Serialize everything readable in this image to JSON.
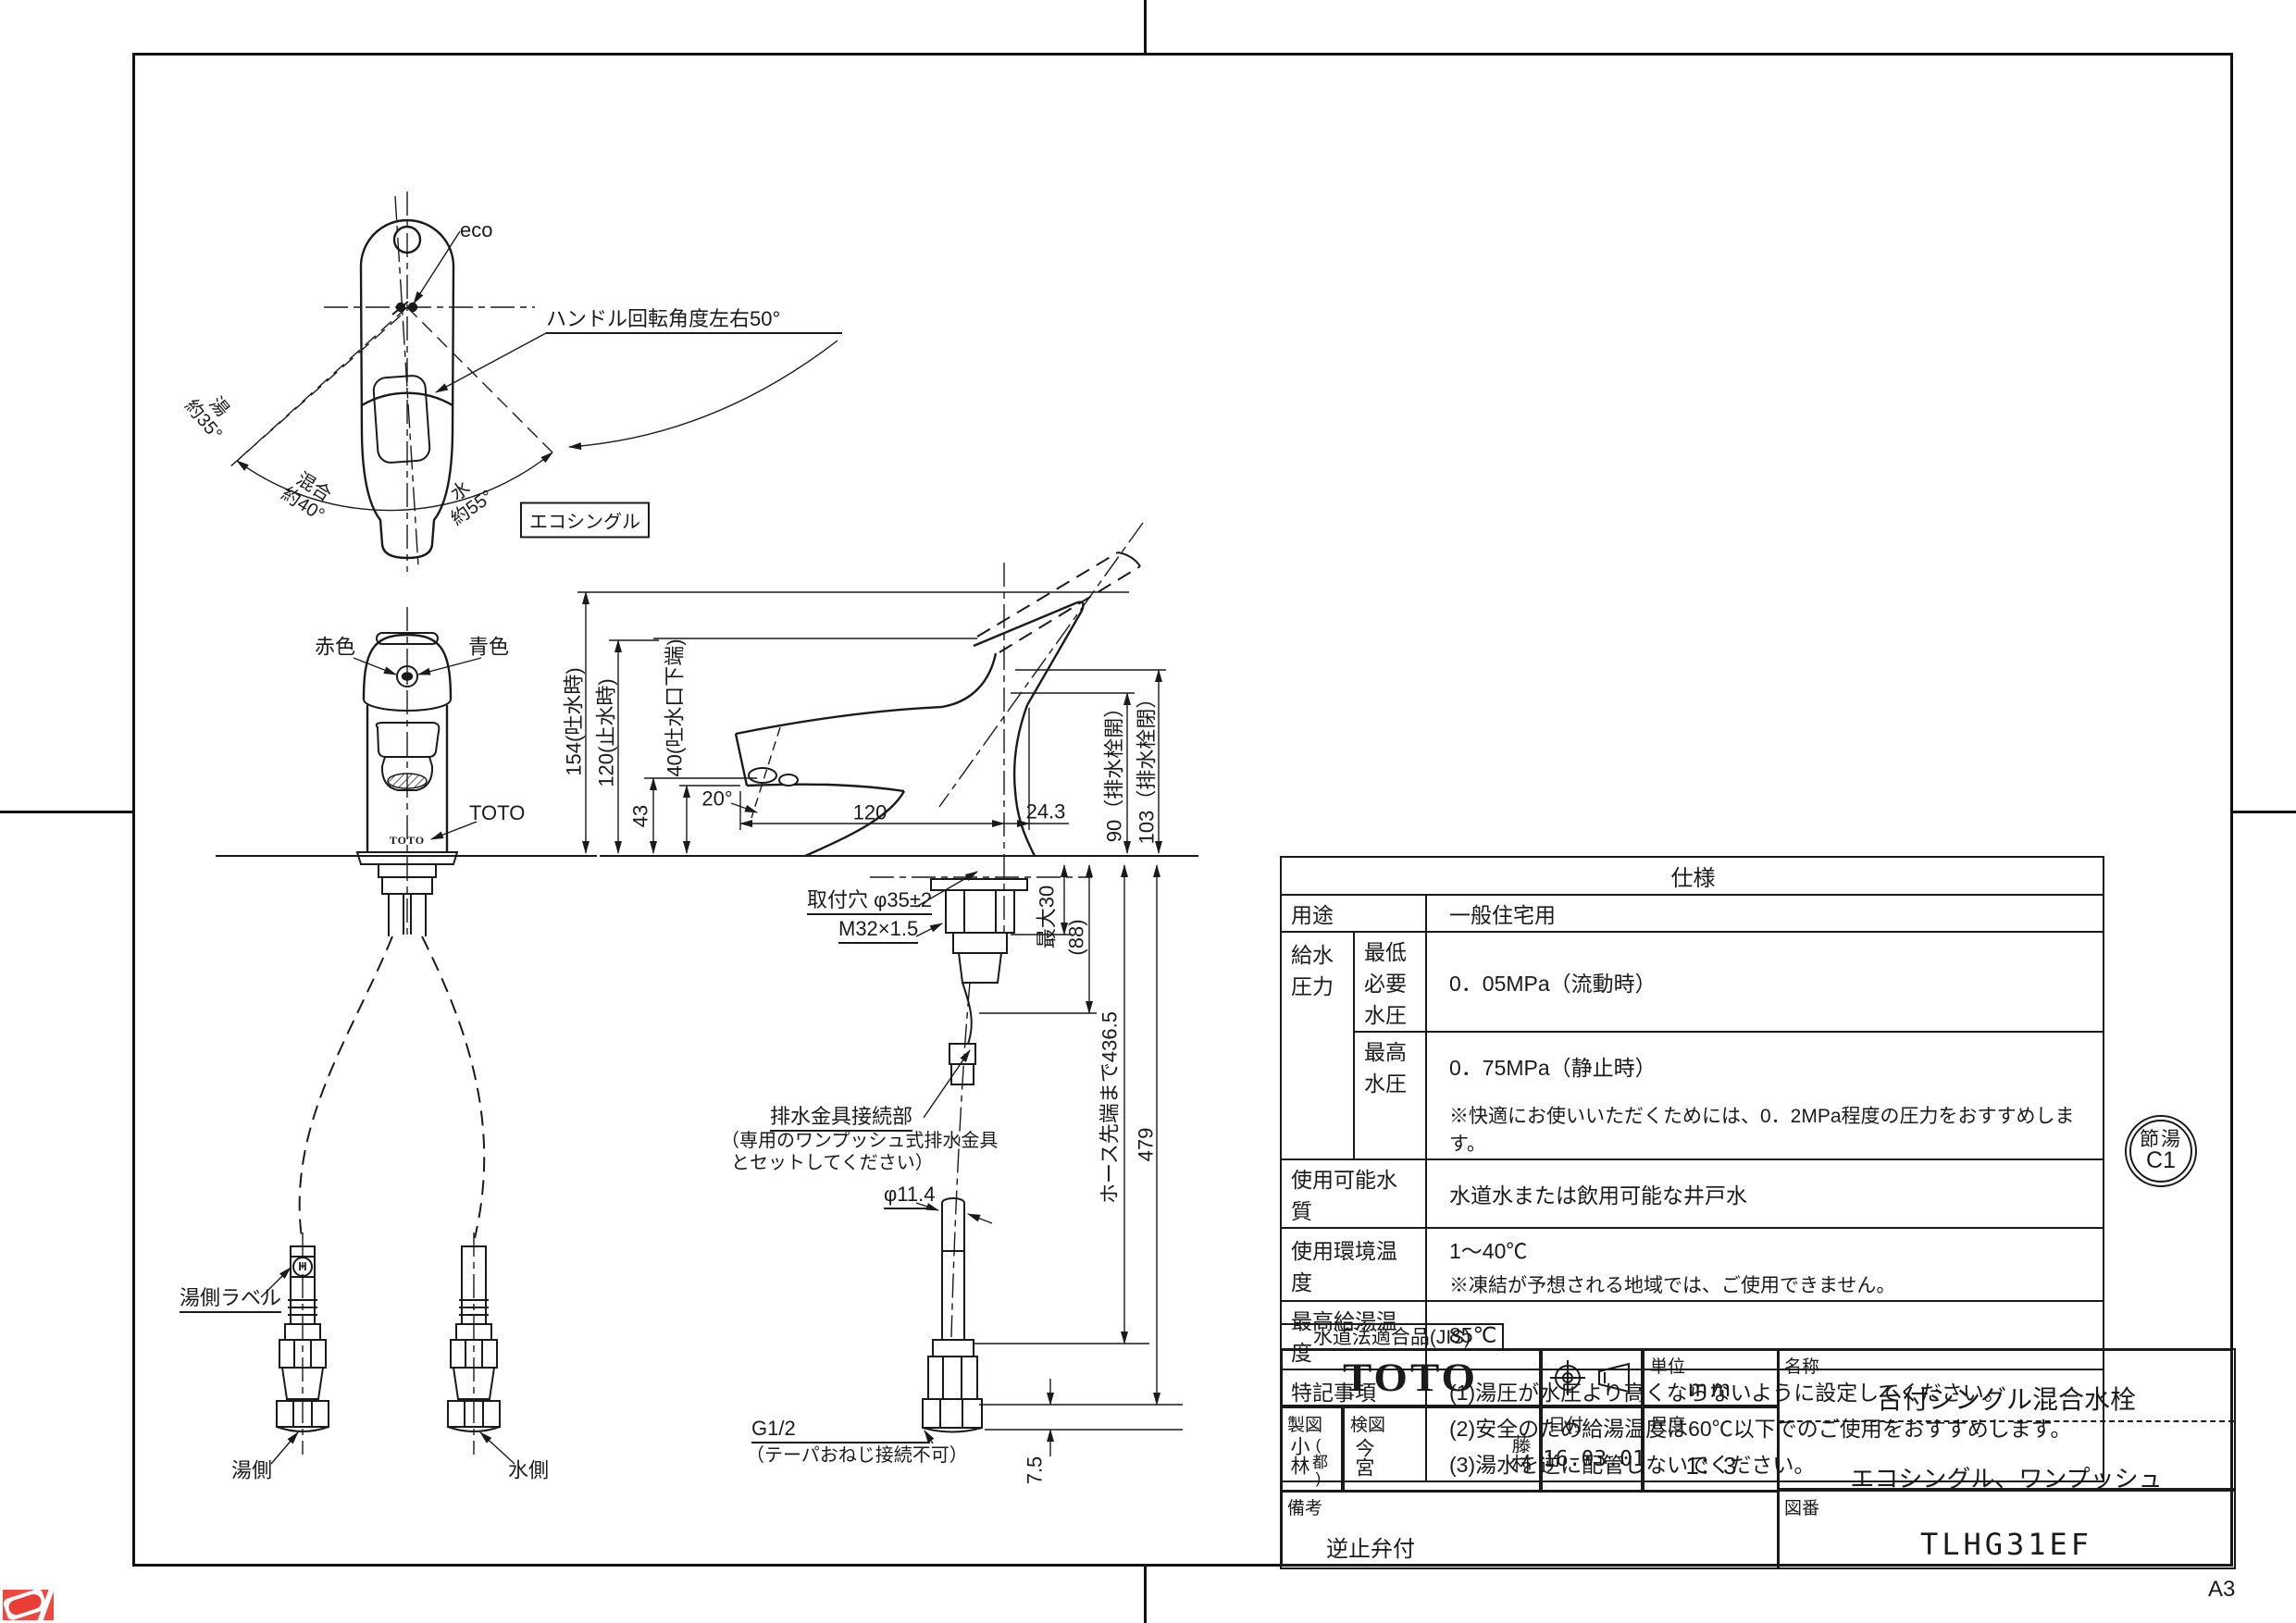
{
  "sheet": {
    "size_label": "A3"
  },
  "colors": {
    "line": "#1a1a1a",
    "accent_red": "#f0483f"
  },
  "top_view": {
    "eco": "eco",
    "handle_rotation": "ハンドル回転角度左右50°",
    "hot_word": "湯",
    "hot_angle": "約35°",
    "mix_word": "混合",
    "mix_angle": "約40°",
    "water_word": "水",
    "water_angle": "約55°",
    "eco_single": "エコシングル"
  },
  "front_view": {
    "red_label": "赤色",
    "blue_label": "青色",
    "toto_label": "TOTO",
    "body_logo": "TOTO",
    "h_mark": "H",
    "hot_label_note": "湯側ラベル",
    "hot_side": "湯側",
    "water_side": "水側"
  },
  "side_view": {
    "dim_154": "154(吐水時)",
    "dim_120v": "120(止水時)",
    "dim_43": "43",
    "dim_40": "40(吐水口下端)",
    "angle_20": "20°",
    "dim_120h": "120",
    "dim_24_3": "24.3",
    "dim_90": "90（排水栓開）",
    "dim_103": "103（排水栓閉）",
    "mount_hole": "取付穴 φ35±2",
    "thread": "M32×1.5",
    "max_30": "最大30",
    "dim_88": "(88)",
    "drain_note_1": "排水金具接続部",
    "drain_note_2": "（専用のワンプッシュ式排水金具",
    "drain_note_3": "とセットしてください）",
    "dia_11_4": "φ11.4",
    "hose_tip": "ホース先端まで436.5",
    "dim_479": "479",
    "dim_7_5": "7.5",
    "g_half": "G1/2",
    "g_half_note": "（テーパおねじ接続不可）"
  },
  "spec_table": {
    "title": "仕様",
    "usage_label": "用途",
    "usage_value": "一般住宅用",
    "pressure_label": "給水圧力",
    "min_pressure_label": "最低必要水圧",
    "min_pressure_value": "0．05MPa（流動時）",
    "max_pressure_label": "最高水圧",
    "max_pressure_value": "0．75MPa（静止時）",
    "pressure_note": "※快適にお使いいただくためには、0．2MPa程度の圧力をおすすめします。",
    "quality_label": "使用可能水質",
    "quality_value": "水道水または飲用可能な井戸水",
    "env_temp_label": "使用環境温度",
    "env_temp_value": "1～40℃",
    "env_temp_note": "※凍結が予想される地域では、ご使用できません。",
    "max_temp_label": "最高給湯温度",
    "max_temp_value": "85℃",
    "notes_label": "特記事項",
    "note_1": "(1)湯圧が水圧より高くならないように設定してください。",
    "note_2": "(2)安全のため給湯温度は60℃以下でのご使用をおすすめします。",
    "note_3": "(3)湯水を逆に配管しないでください。"
  },
  "title_block": {
    "jis_label": "水道法適合品(JIS)",
    "brand": "TOTO",
    "unit_label": "単位",
    "unit_value": "mm",
    "name_label": "名称",
    "name_value": "台付シングル混合水栓",
    "name_sub": "エコシングル、ワンプッシュ",
    "drafter_label": "製図",
    "drafter_name": "小林",
    "drafter_sub": "(都)",
    "checker_label": "検図",
    "checker_name": "今宮",
    "checker_name2": "藤村",
    "date_label": "日付",
    "date_value": "16.03.01",
    "scale_label": "尺度",
    "scale_value": "1：3",
    "remarks_label": "備考",
    "remarks_value": "逆止弁付",
    "dwg_no_label": "図番",
    "dwg_no_value": "TLHG31EF"
  },
  "badge": {
    "line1": "節湯",
    "line2": "C1"
  }
}
